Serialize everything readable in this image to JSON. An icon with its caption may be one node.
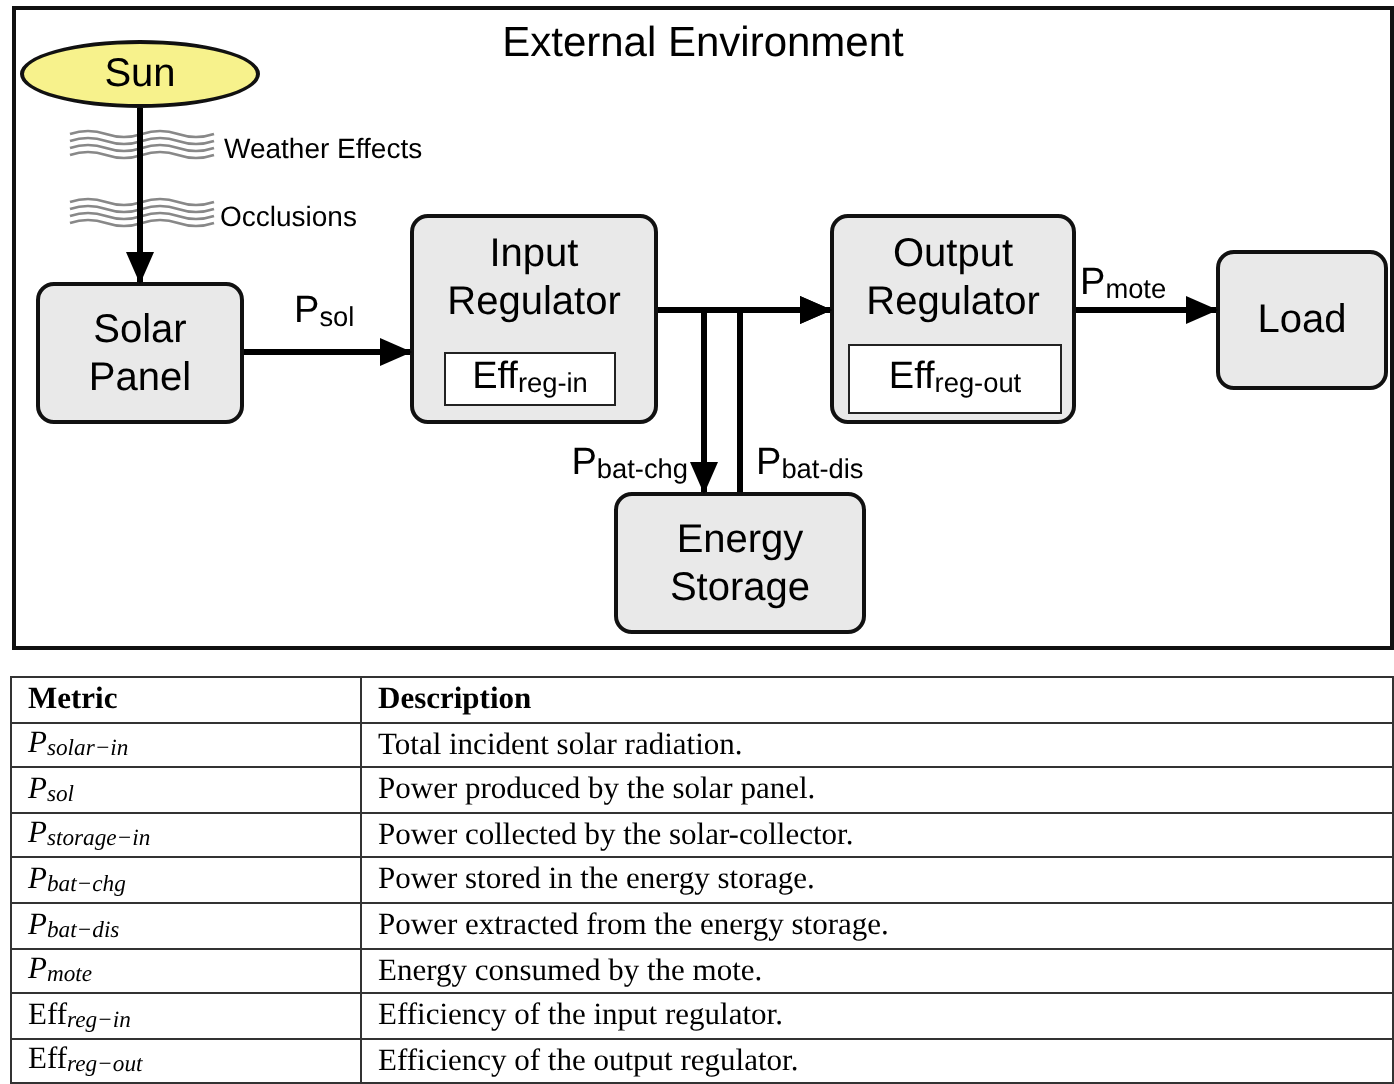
{
  "diagram": {
    "nodes": [
      {
        "text": [
          "External Environment"
        ]
      },
      {
        "text": [
          "Sun"
        ],
        "in": 0
      },
      {
        "text": [
          "Solar Panel"
        ],
        "in": 0
      },
      {
        "text": [
          "Input Regulator"
        ],
        "in": 0
      },
      {
        "text": [
          "Eff$_{reg-in}$"
        ],
        "in": 3
      },
      {
        "text": [
          "Output Regulator"
        ],
        "in": 0
      },
      {
        "text": [
          "Eff$_{reg-out}$"
        ],
        "in": 5
      },
      {
        "text": [
          "Load"
        ],
        "in": 0
      },
      {
        "text": [
          "Energy Storage"
        ],
        "in": 0
      }
    ],
    "edges": [
      {
        "from": 1,
        "to": 2,
        "arrow": "to"
      },
      {
        "from": 2,
        "to": 3,
        "arrow": "to",
        "label": "P$_{sol}$"
      },
      {
        "from": 3,
        "to": 5,
        "arrow": "to"
      },
      {
        "from": 3,
        "to": 8,
        "arrow": "to",
        "label": "P$_{bat-chg}$"
      },
      {
        "from": 8,
        "to": 5,
        "arrow": "to",
        "label": "P$_{bat-dis}$"
      },
      {
        "from": 5,
        "to": 7,
        "arrow": "to",
        "label": "P$_{mote}$"
      }
    ],
    "labels": [
      "Weather Effects",
      "Occlusions",
      "Metric",
      "Description",
      "*P*$_{solar−in}$",
      "Total incident solar radiation.",
      "*P*$_{sol}$",
      "Power produced by the solar panel.",
      "*P*$_{storage−in}$",
      "Power collected by the solar-collector.",
      "*P*$_{bat−chg}$",
      "Power stored in the energy storage.",
      "*P*$_{bat−dis}$",
      "Power extracted from the energy storage.",
      "*P*$_{mote}$",
      "Energy consumed by the mote.",
      "Eff$_{reg−in}$",
      "Efficiency of the input regulator.",
      "Eff$_{reg−out}$",
      "Efficiency of the output regulator."
    ]
  }
}
